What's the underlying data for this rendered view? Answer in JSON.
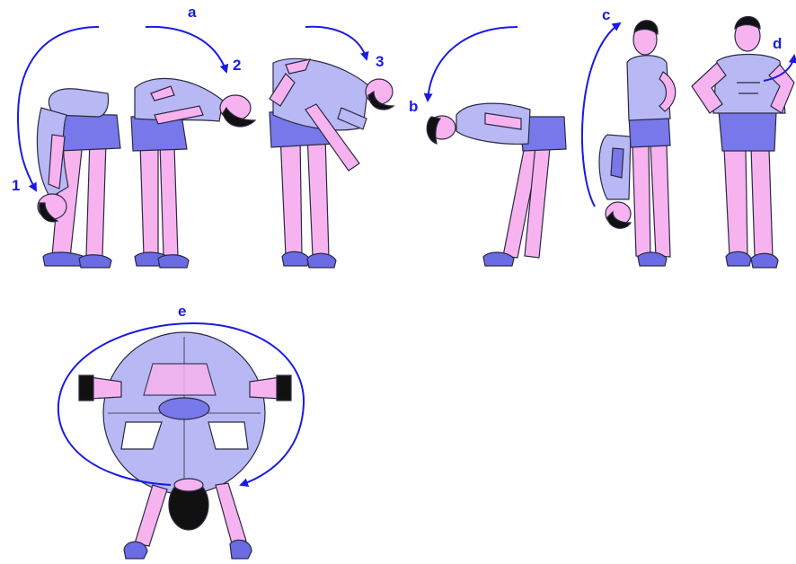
{
  "colors": {
    "background": "#ffffff",
    "skin": "#f7b3ef",
    "shirt": "#b8b8f4",
    "shorts": "#7878ea",
    "shoes": "#6b6be4",
    "hair": "#111111",
    "arrow": "#1a1ae6",
    "outline": "#2a2a44"
  },
  "labels": {
    "step_1": "1",
    "step_2": "2",
    "step_3": "3",
    "step_a": "a",
    "step_b": "b",
    "step_c": "c",
    "step_d": "d",
    "step_e": "e"
  },
  "figures": [
    "figure-bend-forward",
    "figure-bend-back",
    "figure-side-bend",
    "figure-forward-bend-hands-on-back",
    "figure-stand-to-forward-fold",
    "figure-front-twist",
    "figure-circle-top-view"
  ]
}
